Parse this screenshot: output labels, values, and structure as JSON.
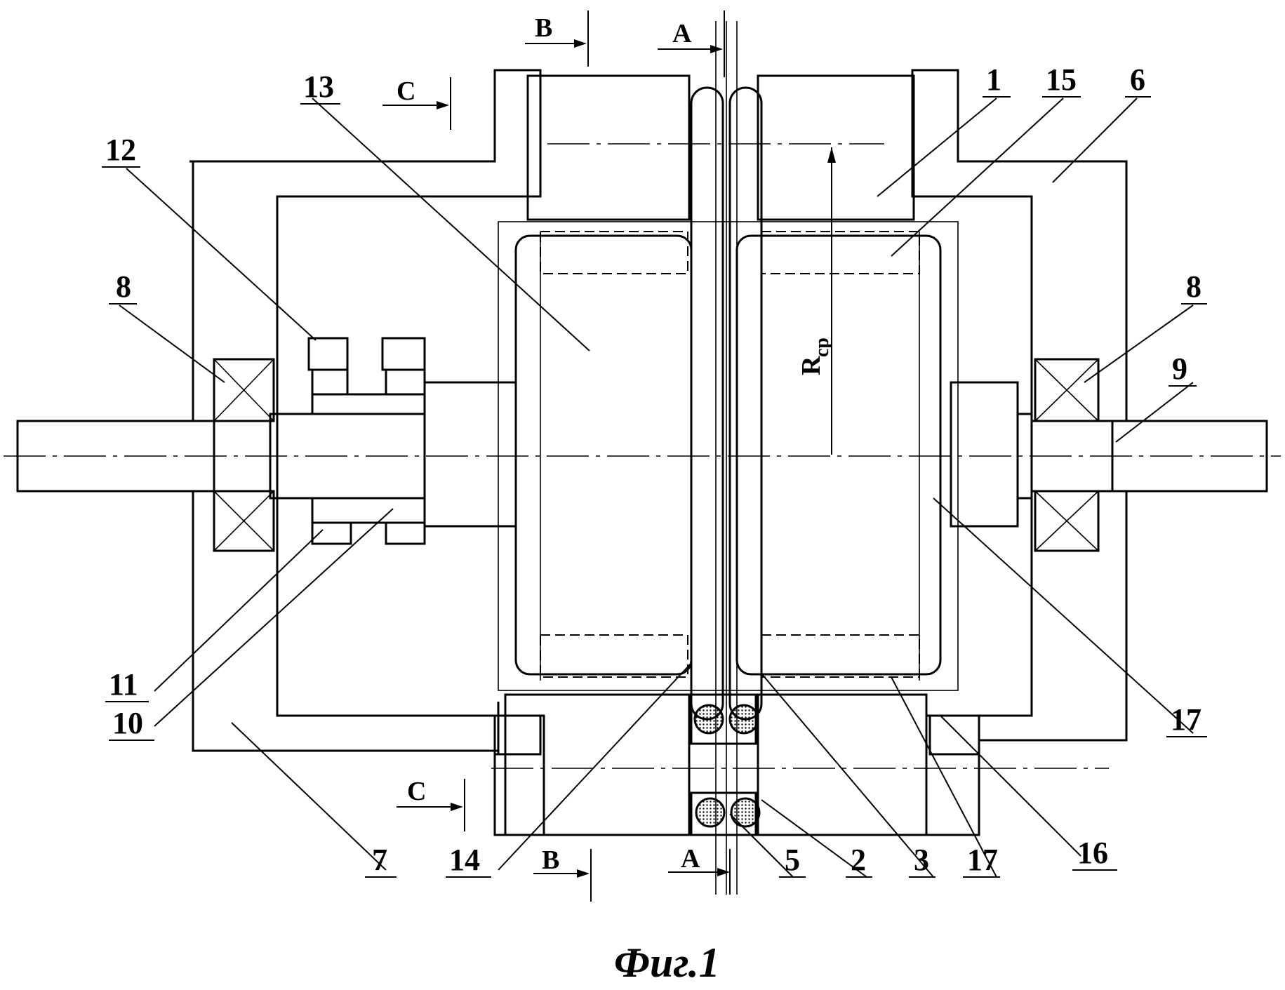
{
  "labels": {
    "n1": "1",
    "n15": "15",
    "n6": "6",
    "n13": "13",
    "n12": "12",
    "n8_left": "8",
    "n8_right": "8",
    "n9": "9",
    "n11": "11",
    "n10": "10",
    "n7": "7",
    "n14": "14",
    "n5": "5",
    "n2": "2",
    "n3": "3",
    "n17_bottom": "17",
    "n16": "16",
    "n17_right": "17"
  },
  "sections": {
    "a_top": "A",
    "a_bottom": "A",
    "b_top": "B",
    "b_bottom": "B",
    "c_top": "C",
    "c_bottom": "C"
  },
  "radius_label": {
    "main": "R",
    "sub": "cp"
  },
  "caption": "Фиг.1"
}
